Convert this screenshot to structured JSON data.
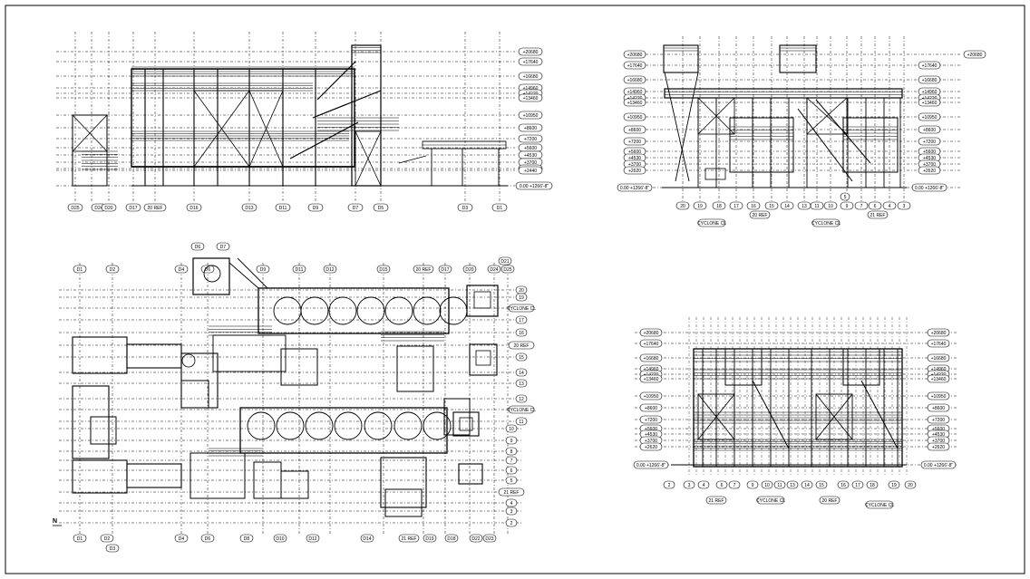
{
  "views": {
    "elevation_left": {
      "columns": [
        "D25",
        "D24",
        "D20",
        "D17",
        "20 REF",
        "D16",
        "D13",
        "D11",
        "D9",
        "D7",
        "D5",
        "D3",
        "D1"
      ],
      "levels": [
        "+20680",
        "+17640",
        "+16680",
        "+14960",
        "+14220",
        "+13460",
        "+10950",
        "+8600",
        "+7200",
        "+5600",
        "+4530",
        "+3700",
        "+2620",
        "+2440",
        "0.00 +1266'-8\""
      ]
    },
    "elevation_right_top": {
      "grids": [
        "20",
        "19",
        "18",
        "17",
        "16",
        "15",
        "14",
        "13",
        "11",
        "10",
        "9",
        "7",
        "6",
        "4",
        "3"
      ],
      "sub_labels": [
        "20 REF",
        "21 REF",
        "CYCLONE CL",
        "CYCLONE CL"
      ],
      "levels_left": [
        "+20680",
        "+17640",
        "+16680",
        "+14960",
        "+14220",
        "+13460",
        "+10950",
        "+8600",
        "+7200",
        "+5600",
        "+4530",
        "+3700",
        "+2620",
        "0.00 +1266'-8\""
      ],
      "levels_right": [
        "+20680",
        "+17640",
        "+16680",
        "+14960",
        "+14220",
        "+13460",
        "+10950",
        "+8600",
        "+7200",
        "+5600",
        "+4530",
        "+3700",
        "+2620",
        "0.00 +1266'-8\""
      ]
    },
    "plan": {
      "top_columns": [
        "D1",
        "D2",
        "D4",
        "D6",
        "D9",
        "D11",
        "D12",
        "D15",
        "20 REF",
        "D17",
        "D20",
        "D24",
        "D25"
      ],
      "top_extra": [
        "D6",
        "D7"
      ],
      "bottom_columns": [
        "D1",
        "D2",
        "D4",
        "D6",
        "D8",
        "D10",
        "D12",
        "D14",
        "21 REF",
        "D19",
        "D18",
        "D22",
        "D23"
      ],
      "bottom_extra": [
        "D3",
        "D21"
      ],
      "rows": [
        "20",
        "19",
        "CYCLONE CL",
        "17",
        "16",
        "20 REF",
        "15",
        "14",
        "13",
        "12",
        "CYCLONE CL",
        "11",
        "10",
        "9",
        "8",
        "7",
        "6",
        "5",
        "21 REF",
        "4",
        "3",
        "2"
      ],
      "north": "N"
    },
    "elevation_right_bottom": {
      "grids": [
        "2",
        "3",
        "4",
        "6",
        "7",
        "9",
        "10",
        "11",
        "13",
        "14",
        "15",
        "16",
        "17",
        "18",
        "19",
        "20"
      ],
      "sub_labels": [
        "21 REF",
        "CYCLONE CL",
        "20 REF",
        "CYCLONE CL"
      ],
      "levels_left": [
        "+20680",
        "+17640",
        "+16680",
        "+14960",
        "+14220",
        "+13460",
        "+10950",
        "+8600",
        "+7200",
        "+5600",
        "+4530",
        "+3700",
        "+2620",
        "0.00 +1266'-8\""
      ],
      "levels_right": [
        "+20680",
        "+17640",
        "+16680",
        "+14960",
        "+14220",
        "+13460",
        "+10950",
        "+8600",
        "+7200",
        "+5600",
        "+4530",
        "+3700",
        "+2620",
        "0.00 +1266'-8\""
      ]
    }
  }
}
